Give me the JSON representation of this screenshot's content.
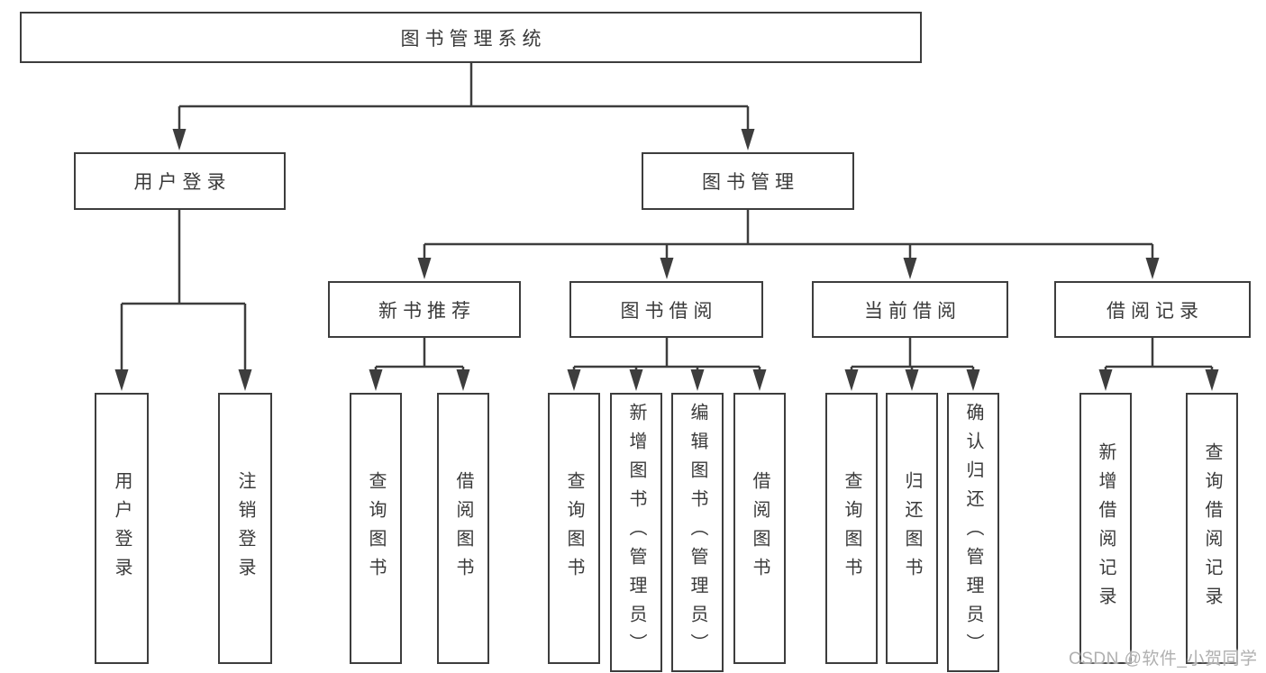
{
  "tree": {
    "root": {
      "label": "图书管理系统"
    },
    "branches": [
      {
        "label": "用户登录",
        "children": [
          {
            "label": "用户登录"
          },
          {
            "label": "注销登录"
          }
        ]
      },
      {
        "label": "图书管理",
        "children": [
          {
            "label": "新书推荐",
            "children": [
              {
                "label": "查询图书"
              },
              {
                "label": "借阅图书"
              }
            ]
          },
          {
            "label": "图书借阅",
            "children": [
              {
                "label": "查询图书"
              },
              {
                "label": "新增图书（管理员）"
              },
              {
                "label": "编辑图书（管理员）"
              },
              {
                "label": "借阅图书"
              }
            ]
          },
          {
            "label": "当前借阅",
            "children": [
              {
                "label": "查询图书"
              },
              {
                "label": "归还图书"
              },
              {
                "label": "确认归还（管理员）"
              }
            ]
          },
          {
            "label": "借阅记录",
            "children": [
              {
                "label": "新增借阅记录"
              },
              {
                "label": "查询借阅记录"
              }
            ]
          }
        ]
      }
    ]
  },
  "watermark": {
    "text": "CSDN @软件_小贺同学",
    "color": "#b0b0b0"
  },
  "colors": {
    "line": "#3d3d3d",
    "text": "#3a3a3a",
    "box_background": "#ffffff",
    "page_background": "#ffffff"
  }
}
